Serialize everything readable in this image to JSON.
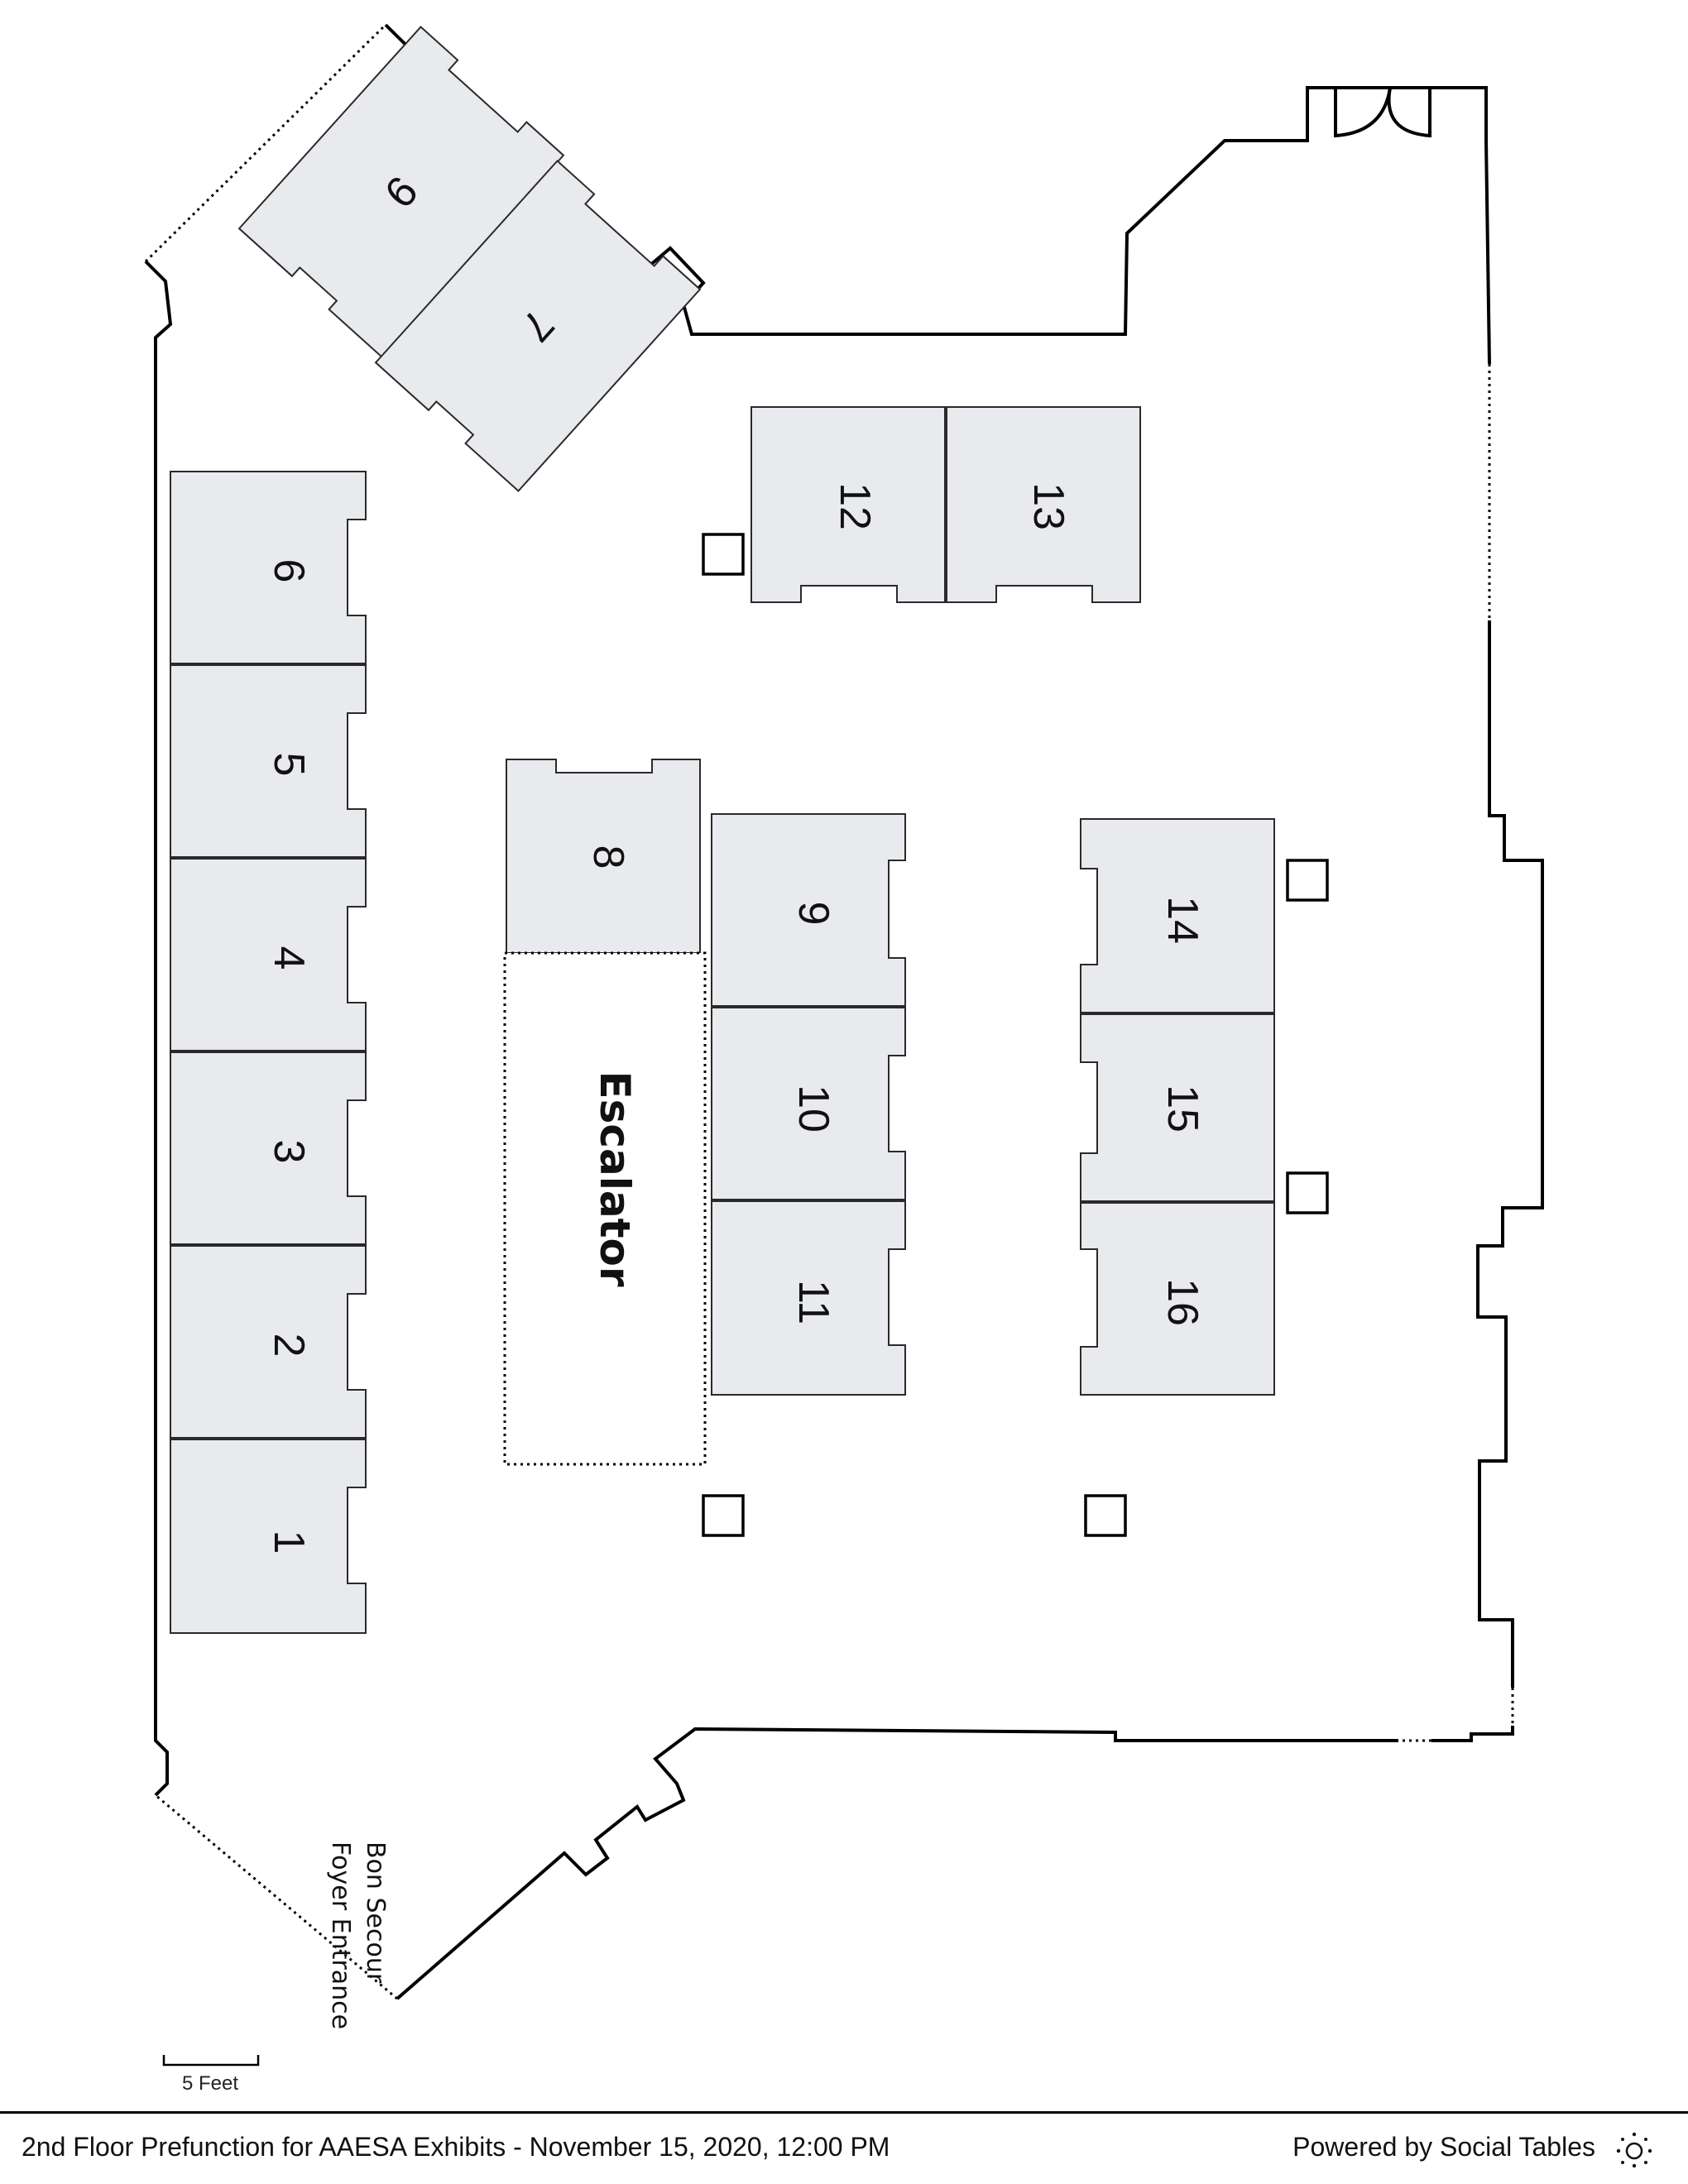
{
  "diagram": {
    "booths": [
      {
        "id": "booth-9-angled",
        "label": "9"
      },
      {
        "id": "booth-7",
        "label": "7"
      },
      {
        "id": "booth-6",
        "label": "6"
      },
      {
        "id": "booth-5",
        "label": "5"
      },
      {
        "id": "booth-4",
        "label": "4"
      },
      {
        "id": "booth-3",
        "label": "3"
      },
      {
        "id": "booth-2",
        "label": "2"
      },
      {
        "id": "booth-1",
        "label": "1"
      },
      {
        "id": "booth-12",
        "label": "12"
      },
      {
        "id": "booth-13",
        "label": "13"
      },
      {
        "id": "booth-8",
        "label": "8"
      },
      {
        "id": "booth-9",
        "label": "9"
      },
      {
        "id": "booth-10",
        "label": "10"
      },
      {
        "id": "booth-11",
        "label": "11"
      },
      {
        "id": "booth-14",
        "label": "14"
      },
      {
        "id": "booth-15",
        "label": "15"
      },
      {
        "id": "booth-16",
        "label": "16"
      }
    ],
    "escalator_label": "Escalator",
    "entrance_label_line1": "Bon Secour",
    "entrance_label_line2": "Foyer Entrance",
    "scale_label": "5 Feet"
  },
  "footer": {
    "title": "2nd Floor Prefunction for AAESA Exhibits - November 15, 2020, 12:00 PM",
    "credit": "Powered by Social Tables",
    "logo_icon": "social-tables-logo-icon"
  },
  "colors": {
    "booth_fill": "#e8eaed",
    "line": "#000000"
  }
}
